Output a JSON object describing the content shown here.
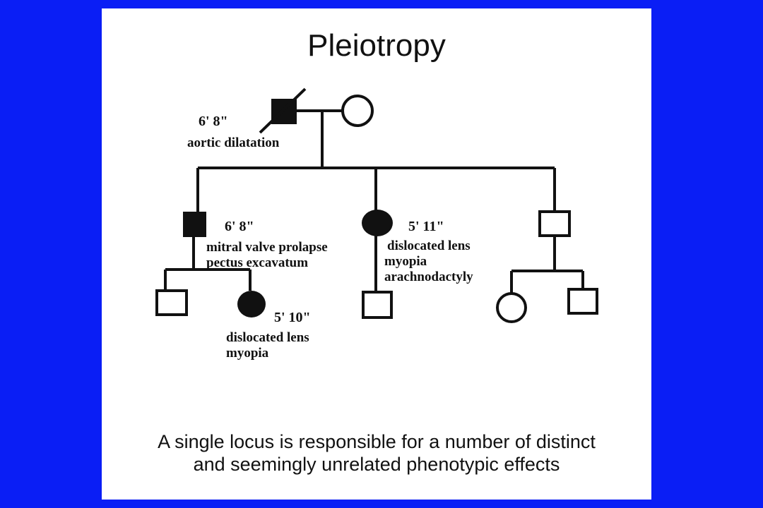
{
  "title": "Pleiotropy",
  "caption": {
    "line1": "A single locus is responsible for a number of distinct",
    "line2": "and seemingly unrelated phenotypic effects"
  },
  "colors": {
    "background": "#0a1ef5",
    "slide": "#ffffff",
    "ink": "#111111"
  },
  "pedigree": {
    "grandfather": {
      "sex": "male",
      "affected": true,
      "deceased": true,
      "height": "6' 8\"",
      "traits": [
        "aortic dilatation"
      ]
    },
    "grandmother": {
      "sex": "female",
      "affected": false
    },
    "son": {
      "sex": "male",
      "affected": true,
      "height": "6' 8\"",
      "traits": [
        "mitral valve prolapse",
        "pectus excavatum"
      ]
    },
    "daughter": {
      "sex": "female",
      "affected": true,
      "height": "5' 11\"",
      "traits": [
        "dislocated lens",
        "myopia",
        "arachnodactyly"
      ]
    },
    "unaffected_son": {
      "sex": "male",
      "affected": false
    },
    "grandson_1": {
      "sex": "male",
      "affected": false
    },
    "granddaughter_1": {
      "sex": "female",
      "affected": true,
      "height": "5' 10\"",
      "traits": [
        "dislocated lens",
        "myopia"
      ]
    },
    "grandson_2": {
      "sex": "male",
      "affected": false
    },
    "granddaughter_2": {
      "sex": "female",
      "affected": false
    },
    "grandson_3": {
      "sex": "male",
      "affected": false
    }
  }
}
